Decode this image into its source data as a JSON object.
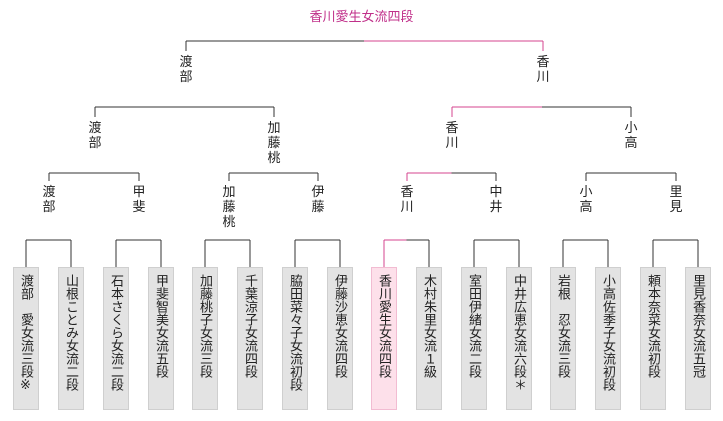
{
  "title": "香川愛生女流四段",
  "final": {
    "left": "渡\n部",
    "right": "香\n川"
  },
  "semifinal": [
    "渡\n部",
    "加\n藤\n桃",
    "香\n川",
    "小\n高"
  ],
  "quarterfinal": [
    "渡\n部",
    "甲\n斐",
    "加\n藤\n桃",
    "伊\n藤",
    "香\n川",
    "中\n井",
    "小\n高",
    "里\n見"
  ],
  "players": [
    "渡部　愛女流三段※",
    "山根ことみ女流二段",
    "石本さくら女流二段",
    "甲斐智美女流五段",
    "加藤桃子女流三段",
    "千葉涼子女流四段",
    "脇田菜々子女流初段",
    "伊藤沙恵女流四段",
    "香川愛生女流四段",
    "木村朱里女流１級",
    "室田伊緒女流二段",
    "中井広恵女流六段＊",
    "岩根　忍女流三段",
    "小高佐季子女流初段",
    "頼本奈菜女流初段",
    "里見香奈女流五冠"
  ],
  "colors": {
    "line": "#333333",
    "winner_line": "#d4448f",
    "box": "#e3e3e3",
    "box_highlight": "#fde0ea"
  },
  "highlight_player_index": 8
}
